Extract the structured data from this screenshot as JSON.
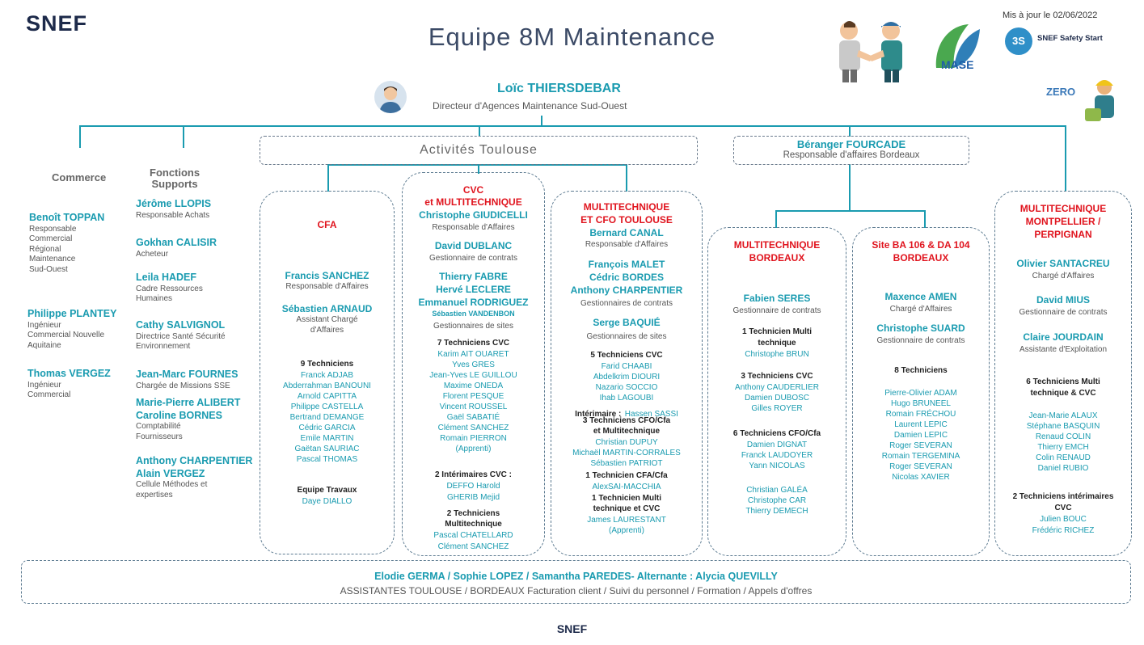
{
  "header": {
    "logo": "SNEF",
    "title": "Equipe 8M Maintenance",
    "date": "Mis à jour le 02/06/2022",
    "badges": {
      "mase": "MASE",
      "safety": "SNEF Safety Start",
      "safety_badge": "3S",
      "zero": "ZERO"
    }
  },
  "director": {
    "name": "Loïc THIERSDEBAR",
    "role": "Directeur d'Agences Maintenance Sud-Ouest"
  },
  "toulouse_header": "Activités Toulouse",
  "bordeaux_header": {
    "name": "Béranger FOURCADE",
    "role": "Responsable d'affaires Bordeaux"
  },
  "commerce": {
    "title": "Commerce",
    "people": [
      {
        "name": "Benoît TOPPAN",
        "role": [
          "Responsable",
          "Commercial",
          "Régional",
          "Maintenance",
          "Sud-Ouest"
        ]
      },
      {
        "name": "Philippe PLANTEY",
        "role": [
          "Ingénieur",
          "Commercial Nouvelle",
          "Aquitaine"
        ]
      },
      {
        "name": "Thomas VERGEZ",
        "role": [
          "Ingénieur",
          "Commercial"
        ]
      }
    ]
  },
  "supports": {
    "title": [
      "Fonctions",
      "Supports"
    ],
    "people": [
      {
        "name": "Jérôme LLOPIS",
        "role": [
          "Responsable Achats"
        ]
      },
      {
        "name": "Gokhan CALISIR",
        "role": [
          "Acheteur"
        ]
      },
      {
        "name": "Leila HADEF",
        "role": [
          "Cadre Ressources",
          "Humaines"
        ]
      },
      {
        "name": "Cathy SALVIGNOL",
        "role": [
          "Directrice Santé Sécurité",
          "Environnement"
        ]
      },
      {
        "name": "Jean-Marc FOURNES",
        "role": [
          "Chargée de Missions SSE"
        ]
      },
      {
        "name": "Marie-Pierre ALIBERT",
        "role": []
      },
      {
        "name": "Caroline BORNES",
        "role": [
          "Comptabilité",
          "Fournisseurs"
        ]
      },
      {
        "name": "Anthony CHARPENTIER",
        "role": []
      },
      {
        "name": "Alain VERGEZ",
        "role": [
          "Cellule Méthodes et",
          "expertises"
        ]
      }
    ]
  },
  "columns": {
    "cfa": {
      "title": [
        "CFA"
      ],
      "manager": {
        "name": "Francis SANCHEZ",
        "role": "Responsable d'Affaires"
      },
      "assistant": {
        "name": "Sébastien ARNAUD",
        "role": [
          "Assistant Chargé",
          "d'Affaires"
        ]
      },
      "tech_title": "9 Techniciens",
      "techs": [
        "Franck ADJAB",
        "Abderrahman BANOUNI",
        "Arnold CAPITTA",
        "Philippe CASTELLA",
        "Bertrand DEMANGE",
        "Cédric GARCIA",
        "Emile MARTIN",
        "Gaëtan SAURIAC",
        "Pascal THOMAS"
      ],
      "travaux_title": "Equipe Travaux",
      "travaux": "Daye DIALLO"
    },
    "cvc": {
      "title": [
        "CVC",
        "et MULTITECHNIQUE"
      ],
      "manager": {
        "name": "Christophe GIUDICELLI",
        "role": "Responsable d'Affaires"
      },
      "contracts": {
        "name": "David DUBLANC",
        "role": "Gestionnaire de contrats"
      },
      "sites": [
        "Thierry FABRE",
        "Hervé LECLERE",
        "Emmanuel RODRIGUEZ",
        "Sébastien VANDENBON"
      ],
      "sites_role": "Gestionnaires de sites",
      "tech_title": "7 Techniciens CVC",
      "techs": [
        "Karim AIT OUARET",
        "Yves GRES",
        "Jean-Yves LE GUILLOU",
        "Maxime ONEDA",
        "Florent PESQUE",
        "Vincent ROUSSEL",
        "Gaël SABATIÉ",
        "Clément SANCHEZ",
        "Romain PIERRON",
        "(Apprenti)"
      ],
      "interim_title": "2 Intérimaires CVC :",
      "interims": [
        "DEFFO Harold",
        "GHERIB Mejid"
      ],
      "multi_title": [
        "2 Techniciens",
        "Multitechnique"
      ],
      "multi": [
        "Pascal CHATELLARD",
        "Clément SANCHEZ"
      ]
    },
    "cfo": {
      "title": [
        "MULTITECHNIQUE",
        "ET CFO TOULOUSE"
      ],
      "manager": {
        "name": "Bernard CANAL",
        "role": "Responsable d'Affaires"
      },
      "contracts": [
        "François MALET",
        "Cédric BORDES",
        "Anthony CHARPENTIER"
      ],
      "contracts_role": "Gestionnaires de contrats",
      "sites": {
        "name": "Serge BAQUIÉ",
        "role": "Gestionnaires de sites"
      },
      "tech_title": "5 Techniciens CVC",
      "techs": [
        "Farid CHAABI",
        "Abdelkrim DIOURI",
        "Nazario SOCCIO",
        "Ihab LAGOUBI"
      ],
      "interim_label": "Intérimaire :",
      "interim": "Hassen SASSI",
      "cfo_title": [
        "3 Techniciens CFO/Cfa",
        "et Multitechnique"
      ],
      "cfo_techs": [
        "Christian DUPUY",
        "Michaël MARTIN-CORRALES",
        "Sébastien PATRIOT"
      ],
      "cfa_title": "1 Technicien CFA/Cfa",
      "cfa_tech": "AlexSAI-MACCHIA",
      "multi_title": [
        "1 Technicien Multi",
        "technique et CVC"
      ],
      "multi": [
        "James LAURESTANT",
        "(Apprenti)"
      ]
    },
    "bordeaux": {
      "title": [
        "MULTITECHNIQUE",
        "BORDEAUX"
      ],
      "manager": {
        "name": "Fabien SERES",
        "role": "Gestionnaire de contrats"
      },
      "multi_title": [
        "1 Technicien Multi",
        "technique"
      ],
      "multi": "Christophe BRUN",
      "cvc_title": "3 Techniciens CVC",
      "cvc": [
        "Anthony CAUDERLIER",
        "Damien DUBOSC",
        "Gilles ROYER"
      ],
      "cfo_title": "6 Techniciens CFO/Cfa",
      "cfo": [
        "Damien DIGNAT",
        "Franck LAUDOYER",
        "Yann NICOLAS",
        "",
        "Christian GALÉA",
        "Christophe CAR",
        "Thierry DEMECH"
      ]
    },
    "site_ba": {
      "title": [
        "Site BA 106 & DA 104",
        "BORDEAUX"
      ],
      "manager": {
        "name": "Maxence AMEN",
        "role": "Chargé d'Affaires"
      },
      "contracts": {
        "name": "Christophe SUARD",
        "role": "Gestionnaire de contrats"
      },
      "tech_title": "8 Techniciens",
      "techs": [
        "Pierre-Olivier ADAM",
        "Hugo BRUNEEL",
        "Romain FRÉCHOU",
        "Laurent LEPIC",
        "Damien LEPIC",
        "Roger SEVERAN",
        "Romain TERGEMINA",
        "Roger SEVERAN",
        "Nicolas XAVIER"
      ]
    },
    "montpellier": {
      "title": [
        "MULTITECHNIQUE",
        "MONTPELLIER /",
        "PERPIGNAN"
      ],
      "manager": {
        "name": "Olivier SANTACREU",
        "role": "Chargé d'Affaires"
      },
      "contracts": {
        "name": "David MIUS",
        "role": "Gestionnaire de contrats"
      },
      "assistant": {
        "name": "Claire JOURDAIN",
        "role": "Assistante d'Exploitation"
      },
      "tech_title": [
        "6 Techniciens Multi",
        "technique & CVC"
      ],
      "techs": [
        "Jean-Marie ALAUX",
        "Stéphane BASQUIN",
        "Renaud COLIN",
        "Thierry EMCH",
        "Colin RENAUD",
        "Daniel RUBIO"
      ],
      "interim_title": [
        "2 Techniciens intérimaires",
        "CVC"
      ],
      "interims": [
        "Julien BOUC",
        "Frédéric RICHEZ"
      ]
    }
  },
  "footer": {
    "names": "Elodie GERMA / Sophie LOPEZ / Samantha PAREDES- Alternante : Alycia QUEVILLY",
    "roles": "ASSISTANTES TOULOUSE / BORDEAUX Facturation client / Suivi du personnel / Formation / Appels d'offres",
    "logo": "SNEF"
  }
}
